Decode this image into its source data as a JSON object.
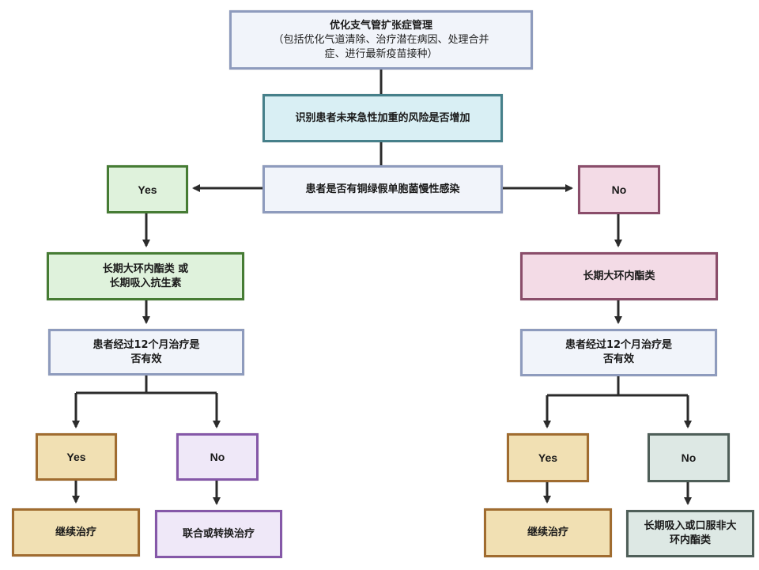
{
  "diagram": {
    "title_node": {
      "title": "优化支气管扩张症管理",
      "subtitle_line1": "（包括优化气道清除、治疗潜在病因、处理合并",
      "subtitle_line2": "症、进行最新疫苗接种）"
    },
    "risk_node": {
      "label": "识别患者未来急性加重的风险是否增加"
    },
    "pseudomonas_node": {
      "label": "患者是否有铜绿假单胞菌慢性感染"
    },
    "left_branch": {
      "decision": "Yes",
      "therapy_line1": "长期大环内酯类 或",
      "therapy_line2": "长期吸入抗生素",
      "evaluation_line1": "患者经过12个月治疗是",
      "evaluation_line2": "否有效",
      "yes": {
        "label": "Yes",
        "outcome": "继续治疗"
      },
      "no": {
        "label": "No",
        "outcome": "联合或转换治疗"
      }
    },
    "right_branch": {
      "decision": "No",
      "therapy": "长期大环内酯类",
      "evaluation_line1": "患者经过12个月治疗是",
      "evaluation_line2": "否有效",
      "yes": {
        "label": "Yes",
        "outcome": "继续治疗"
      },
      "no": {
        "label": "No",
        "outcome_line1": "长期吸入或口服非大",
        "outcome_line2": "环内酯类"
      }
    }
  }
}
